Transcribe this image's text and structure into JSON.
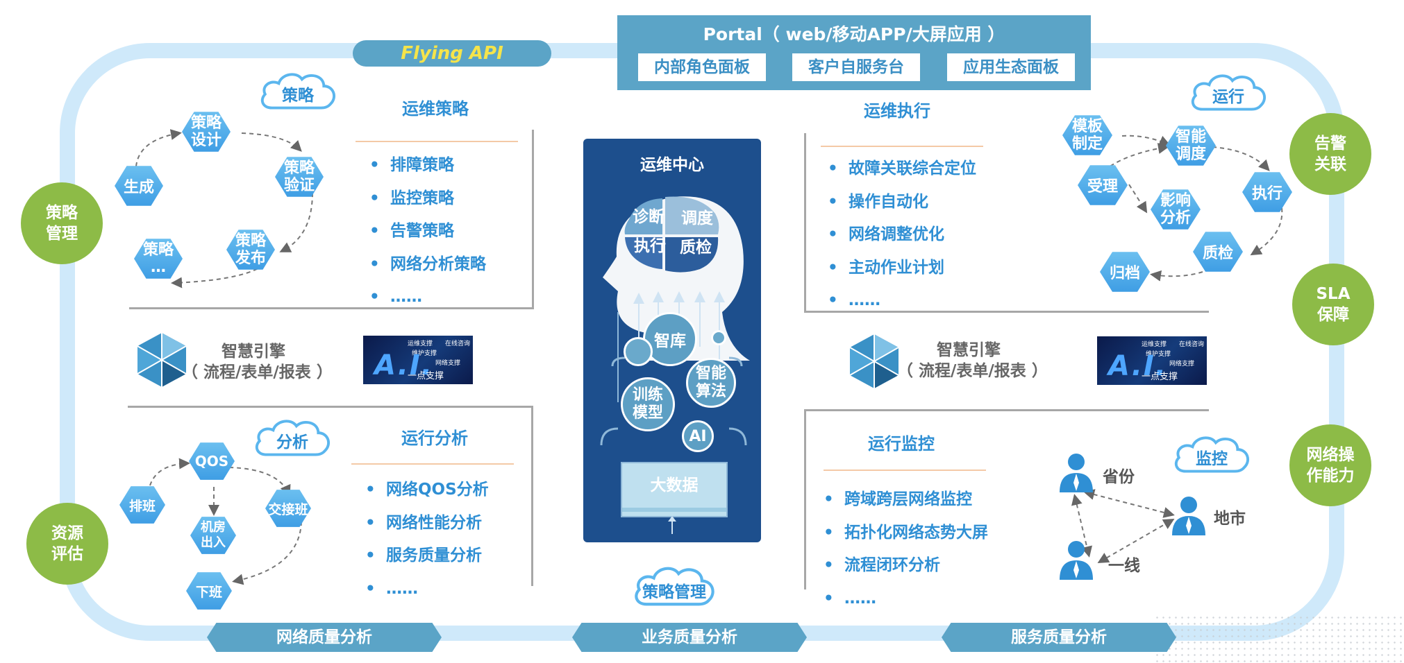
{
  "api_label": "Flying API",
  "portal": {
    "title": "Portal（ web/移动APP/大屏应用 ）",
    "buttons": [
      "内部角色面板",
      "客户自服务台",
      "应用生态面板"
    ]
  },
  "side_circles": {
    "left": [
      "策略\n管理",
      "资源\n评估"
    ],
    "right": [
      "告警\n关联",
      "SLA\n保障",
      "网络操\n作能力"
    ]
  },
  "center": {
    "title": "运维中心",
    "quadrants": [
      "诊断",
      "调度",
      "执行",
      "质检"
    ],
    "bubbles": [
      "智库",
      "智能\n算法",
      "训练\n模型",
      "AI"
    ],
    "bigdata": "大数据"
  },
  "strategy": {
    "cloud": "策略",
    "cycle": [
      "策略\n设计",
      "策略\n验证",
      "策略\n发布",
      "策略\n…",
      "生成"
    ],
    "title": "运维策略",
    "items": [
      "排障策略",
      "监控策略",
      "告警策略",
      "网络分析策略",
      "……"
    ]
  },
  "execution": {
    "cloud": "运行",
    "cycle": [
      "模板\n制定",
      "智能\n调度",
      "执行",
      "受理",
      "影响\n分析",
      "质检",
      "归档"
    ],
    "title": "运维执行",
    "items": [
      "故障关联综合定位",
      "操作自动化",
      "网络调整优化",
      "主动作业计划",
      "……"
    ]
  },
  "engine": {
    "label": "智慧引擎\n（ 流程/表单/报表 ）",
    "image_texts": [
      "运维支撑",
      "在线咨询",
      "维护支撑",
      "网络支撑",
      "一点支撑"
    ],
    "image_big": "A.I."
  },
  "analysis": {
    "cloud": "分析",
    "cycle": [
      "QOS",
      "交接班",
      "下班",
      "排班",
      "机房\n出入"
    ],
    "title": "运行分析",
    "items": [
      "网络QOS分析",
      "网络性能分析",
      "服务质量分析",
      "……"
    ]
  },
  "monitor": {
    "cloud": "监控",
    "title": "运行监控",
    "items": [
      "跨域跨层网络监控",
      "拓扑化网络态势大屏",
      "流程闭环分析",
      "……"
    ],
    "people": [
      "省份",
      "地市",
      "一线"
    ]
  },
  "bottom_cloud": "策略管理",
  "banners": [
    "网络质量分析",
    "业务质量分析",
    "服务质量分析"
  ],
  "colors": {
    "ring": "#cfe9fa",
    "accent_blue": "#2f8fd4",
    "banner": "#5ba4c7",
    "green": "#8dbb47",
    "center_panel": "#1d4f8d",
    "api_text": "#f5e44a"
  },
  "icons": [
    "cloud-icon",
    "hexagon-node",
    "person-icon",
    "engine-hexagon-logo",
    "head-silhouette"
  ]
}
